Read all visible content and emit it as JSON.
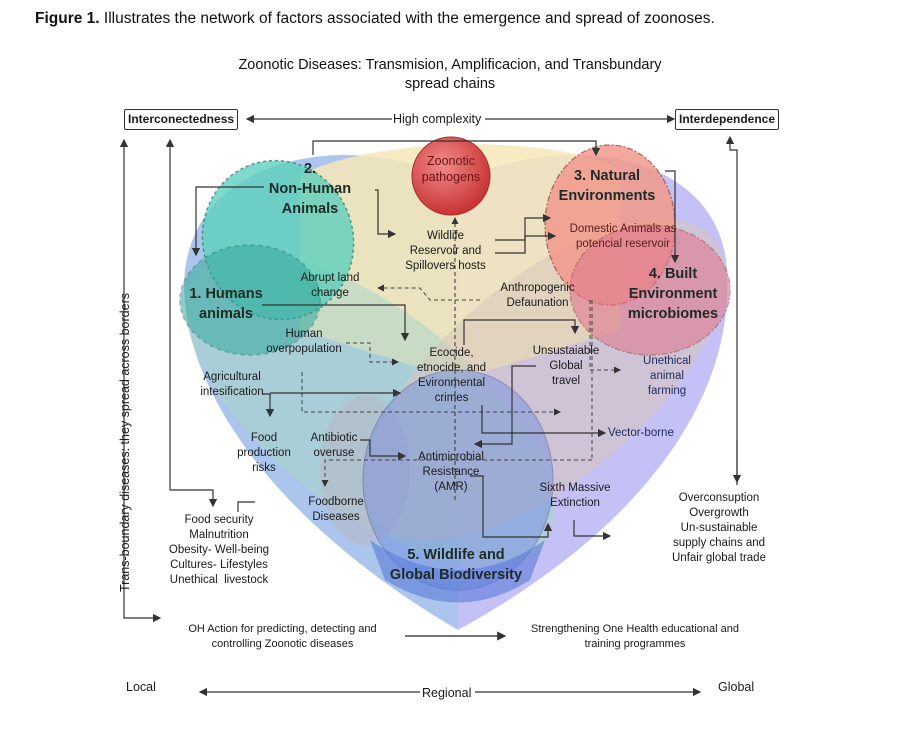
{
  "caption": {
    "prefix": "Figure 1.",
    "text": " Illustrates the network of factors associated with the emergence and spread of zoonoses."
  },
  "title": {
    "line1": "Zoonotic Diseases: Transmision, Amplificacion, and Transbundary",
    "line2": "spread chains"
  },
  "top": {
    "left_box": "Interconectedness",
    "center": "High complexity",
    "right_box": "Interdependence"
  },
  "left_axis": "Trans-boundary diseases: they spread across borders",
  "domains": {
    "humans": {
      "line1": "1. Humans",
      "line2": "animals"
    },
    "non_human": {
      "line1": "2.",
      "line2": "Non-Human",
      "line3": "Animals"
    },
    "natural": {
      "line1": "3. Natural",
      "line2": "Environments"
    },
    "built": {
      "line1": "4. Built",
      "line2": "Environment",
      "line3": "microbiomes"
    },
    "wildlife": {
      "line1": "5. Wildlife and",
      "line2": "Global Biodiversity"
    }
  },
  "pathogens": {
    "line1": "Zoonotic",
    "line2": "pathogens"
  },
  "factors": {
    "wildlife_reservoir": [
      "Wildlife",
      "Reservoir and",
      "Spillovers hosts"
    ],
    "domestic_animals": [
      "Domestic Animals as",
      "potencial reservoir"
    ],
    "abrupt_land": [
      "Abrupt land",
      "change"
    ],
    "anthropogenic": [
      "Anthropogenic",
      "Defaunation"
    ],
    "human_overpop": [
      "Human",
      "overpopulation"
    ],
    "ecocide": [
      "Ecocide,",
      "etnocide, and",
      "Evironmental",
      "crimes"
    ],
    "unsustainable_travel": [
      "Unsustaiable",
      "Global",
      "travel"
    ],
    "unethical_farming": [
      "Unethical",
      "animal",
      "farming"
    ],
    "agricultural": [
      "Agricultural",
      "intesification"
    ],
    "vector_borne": "Vector-borne",
    "food_production": [
      "Food",
      "production",
      "risks"
    ],
    "antibiotic": [
      "Antibiotic",
      "overuse"
    ],
    "amr": [
      "Antimicrobial",
      "Resistance",
      "(AMR)"
    ],
    "sixth_extinction": [
      "Sixth Massive",
      "Extinction"
    ],
    "foodborne": [
      "Foodborne",
      "Diseases"
    ]
  },
  "outcomes_left": [
    "Food security",
    "Malnutrition",
    "Obesity- Well-being",
    "Cultures- Lifestyles",
    "Unethical  livestock"
  ],
  "outcomes_right": [
    "Overconsuption",
    "Overgrowth",
    "Un-sustainable",
    "supply chains and",
    "Unfair global trade"
  ],
  "actions": {
    "left": [
      "OH Action for predicting, detecting and",
      "controlling Zoonotic diseases"
    ],
    "right": [
      "Strengthening One Health educational and",
      "training programmes"
    ]
  },
  "scale": {
    "left": "Local",
    "center": "Regional",
    "right": "Global"
  },
  "colors": {
    "humans": "#3fb3a6",
    "non_human": "#5fd3bf",
    "natural": "#f09a8a",
    "built": "#e07e8a",
    "wildlife": "#6f8fe0",
    "pathogen": "#d94a4a",
    "heart_left": "#7fa7e0",
    "heart_right": "#a9a9f2",
    "yellow": "#f7e6b5",
    "green": "#cfe8c8"
  }
}
